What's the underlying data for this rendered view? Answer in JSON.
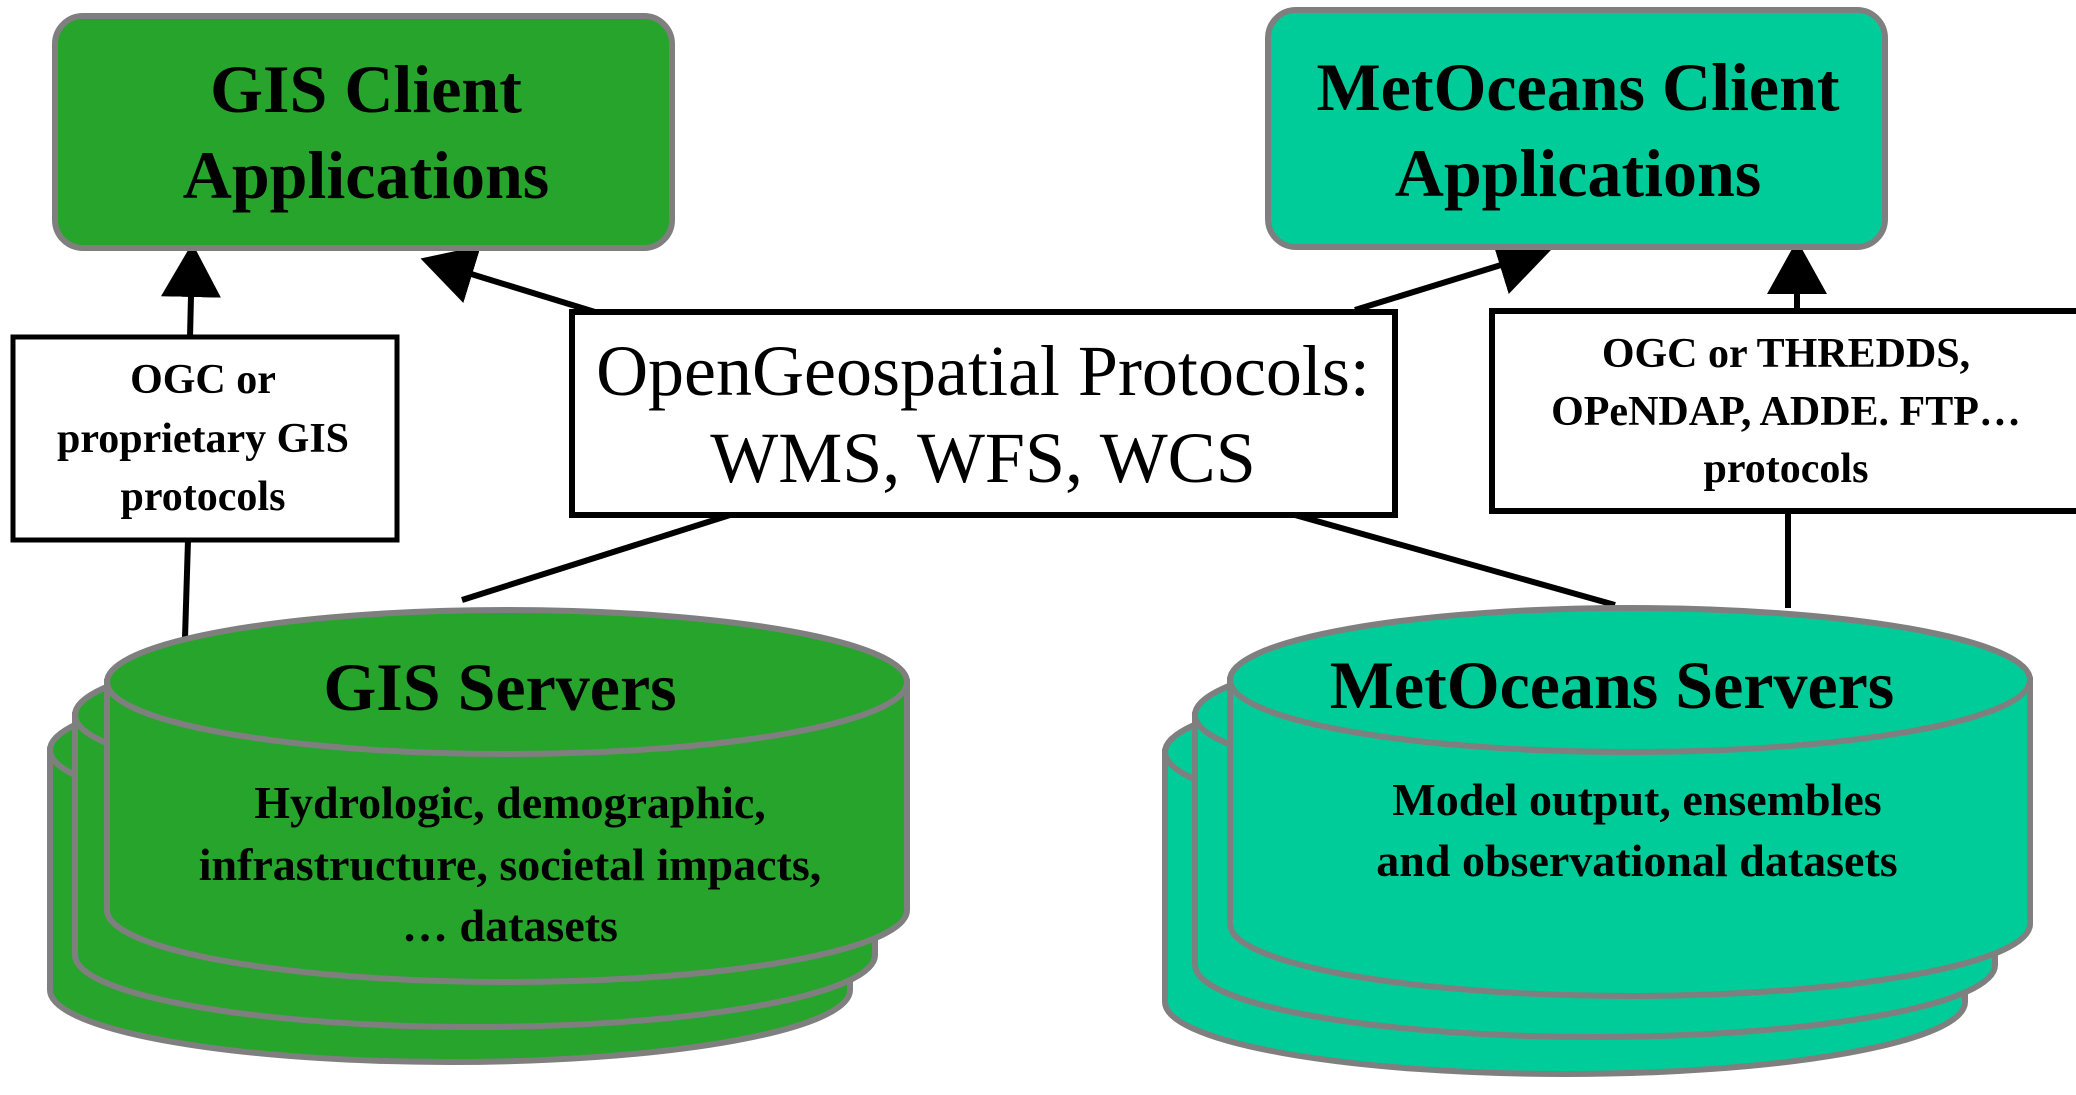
{
  "gis_client": {
    "line1": "GIS Client",
    "line2": "Applications",
    "fill": "#27a42c"
  },
  "metoceans_client": {
    "line1": "MetOceans Client",
    "line2": "Applications",
    "fill": "#00cc99"
  },
  "gis_protocols": {
    "line1": "OGC or",
    "line2": "proprietary GIS",
    "line3": "protocols"
  },
  "opengeospatial": {
    "line1": "OpenGeospatial Protocols:",
    "line2": "WMS, WFS, WCS"
  },
  "metoceans_protocols": {
    "line1": "OGC or THREDDS,",
    "line2": "OPeNDAP, ADDE. FTP…",
    "line3": "protocols"
  },
  "gis_servers": {
    "title": "GIS Servers",
    "line1": "Hydrologic, demographic,",
    "line2": "infrastructure, societal impacts,",
    "line3": "… datasets",
    "fill": "#27a42c"
  },
  "metoceans_servers": {
    "title": "MetOceans Servers",
    "line1": "Model output, ensembles",
    "line2": "and observational datasets",
    "fill": "#00cc99"
  },
  "colors": {
    "border_gray": "#7f7f7f",
    "line_black": "#000000"
  }
}
